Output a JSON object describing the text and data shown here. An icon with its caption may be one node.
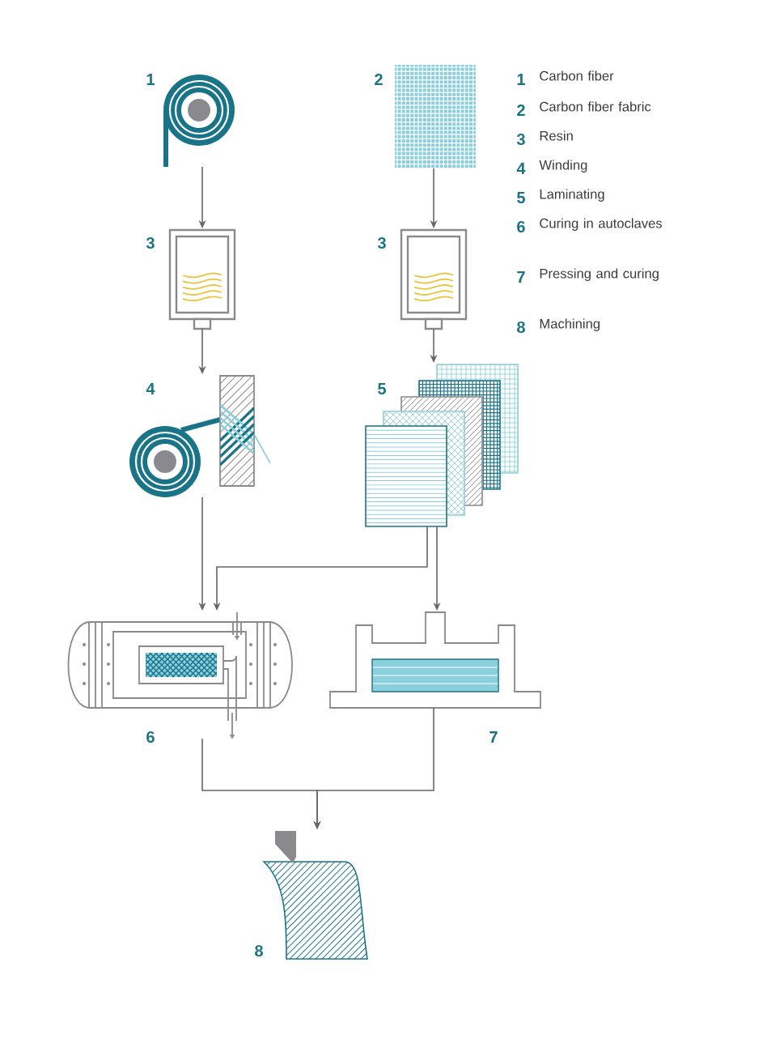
{
  "diagram": {
    "nodes": [
      {
        "text": [
          "1"
        ]
      },
      {
        "text": [
          "2"
        ]
      },
      {
        "text": [
          "3"
        ]
      },
      {
        "text": [
          "3"
        ]
      },
      {
        "text": [
          "4"
        ]
      },
      {
        "text": [
          "5"
        ]
      },
      {
        "text": [
          "6"
        ]
      },
      {
        "text": [
          "7"
        ]
      },
      {
        "text": [
          "8"
        ]
      }
    ],
    "edges": [
      {
        "from": 0,
        "to": 2,
        "arrow": "to"
      },
      {
        "from": 1,
        "to": 3,
        "arrow": "to"
      },
      {
        "from": 2,
        "to": 4,
        "arrow": "to"
      },
      {
        "from": 3,
        "to": 5,
        "arrow": "to"
      },
      {
        "from": 4,
        "to": 6,
        "arrow": "to"
      },
      {
        "from": 5,
        "to": 6,
        "arrow": "to"
      },
      {
        "from": 5,
        "to": 7,
        "arrow": "to"
      },
      {
        "from": 6,
        "to": 8,
        "arrow": "to"
      },
      {
        "from": 7,
        "to": 8,
        "arrow": "to"
      }
    ],
    "labels": [
      "1",
      "Carbon fiber",
      "2",
      "Carbon fiber fabric",
      "3",
      "Resin",
      "4",
      "Winding",
      "5",
      "Laminating",
      "6",
      "Curing in autoclaves",
      "7",
      "Pressing and curing",
      "8",
      "Machining"
    ]
  }
}
